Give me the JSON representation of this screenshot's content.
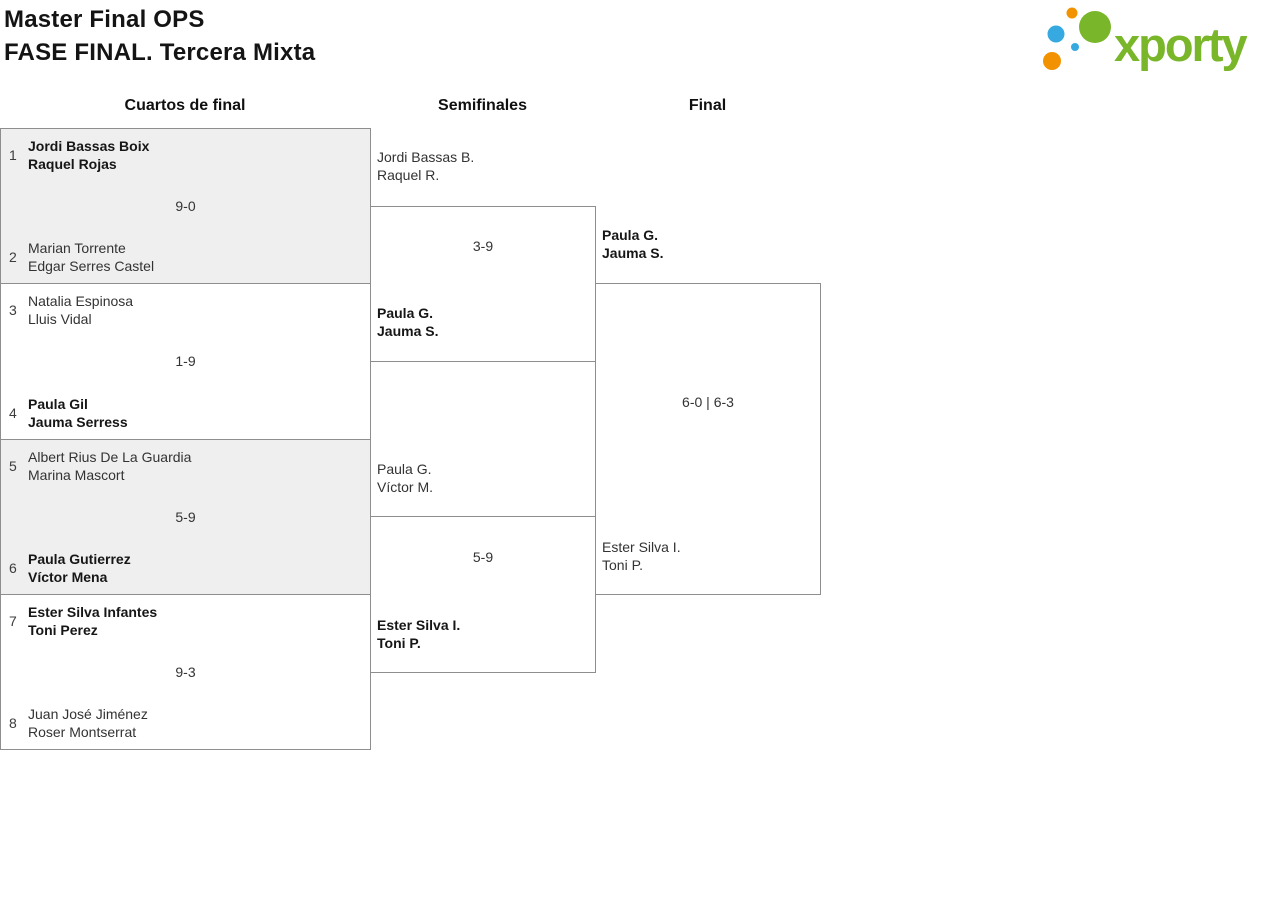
{
  "header": {
    "title_line1": "Master Final OPS",
    "title_line2": "FASE FINAL. Tercera Mixta"
  },
  "logo": {
    "text": "xporty",
    "colors": {
      "green": "#7ab629",
      "orange": "#f39200",
      "blue": "#36a9e1"
    }
  },
  "round_headers": {
    "quarterfinals": "Cuartos de final",
    "semifinals": "Semifinales",
    "final": "Final"
  },
  "quarterfinals": [
    {
      "seed_top": "1",
      "top_name1": "Jordi Bassas Boix",
      "top_name2": "Raquel Rojas",
      "score": "9-0",
      "seed_bottom": "2",
      "bottom_name1": "Marian Torrente",
      "bottom_name2": "Edgar Serres Castel",
      "winner": "top"
    },
    {
      "seed_top": "3",
      "top_name1": "Natalia Espinosa",
      "top_name2": "Lluis Vidal",
      "score": "1-9",
      "seed_bottom": "4",
      "bottom_name1": "Paula Gil",
      "bottom_name2": "Jauma Serress",
      "winner": "bottom"
    },
    {
      "seed_top": "5",
      "top_name1": "Albert Rius De La Guardia",
      "top_name2": "Marina Mascort",
      "score": "5-9",
      "seed_bottom": "6",
      "bottom_name1": "Paula Gutierrez",
      "bottom_name2": "Víctor Mena",
      "winner": "bottom"
    },
    {
      "seed_top": "7",
      "top_name1": "Ester Silva Infantes",
      "top_name2": "Toni Perez",
      "score": "9-3",
      "seed_bottom": "8",
      "bottom_name1": "Juan José Jiménez",
      "bottom_name2": "Roser Montserrat",
      "winner": "top"
    }
  ],
  "semifinals": [
    {
      "top_name1": "Jordi Bassas B.",
      "top_name2": "Raquel R.",
      "score": "3-9",
      "bottom_name1": "Paula G.",
      "bottom_name2": "Jauma S.",
      "winner": "bottom"
    },
    {
      "top_name1": "Paula G.",
      "top_name2": "Víctor M.",
      "score": "5-9",
      "bottom_name1": "Ester Silva I.",
      "bottom_name2": "Toni P.",
      "winner": "bottom"
    }
  ],
  "final": {
    "top_name1": "Paula G.",
    "top_name2": "Jauma S.",
    "score": "6-0 | 6-3",
    "bottom_name1": "Ester Silva I.",
    "bottom_name2": "Toni P.",
    "winner": "top"
  }
}
